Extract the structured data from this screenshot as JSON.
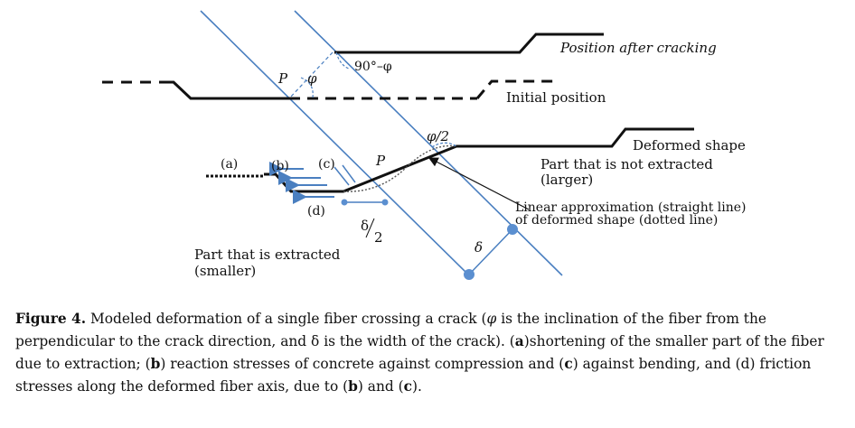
{
  "diagram": {
    "labels": {
      "position_after_cracking": "Position after cracking",
      "initial_position": "Initial position",
      "deformed_shape": "Deformed shape",
      "not_extracted_line1": "Part that is not extracted",
      "not_extracted_line2": "(larger)",
      "extracted_line1": "Part that is extracted",
      "extracted_line2": "(smaller)",
      "linear_approx_line1": "Linear approximation (straight line)",
      "linear_approx_line2": "of deformed shape (dotted line)",
      "angle_90_minus_phi": "90°–φ",
      "phi": "φ",
      "phi_over_2": "φ/2",
      "p_upper": "P",
      "p_lower": "P",
      "delta": "δ",
      "delta_over_2_num": "δ",
      "delta_over_2_den": "2",
      "a": "(a)",
      "b": "(b)",
      "c": "(c)",
      "d": "(d)"
    },
    "colors": {
      "crack_line": "#4a7fc0",
      "fiber": "#111111",
      "arrow": "#4a7fc0",
      "marker": "#5b8fd0"
    }
  },
  "caption": {
    "figure_label": "Figure 4.",
    "p1": " Modeled deformation of a single fiber crossing a crack (",
    "phi": "φ",
    "p2": " is the inclination of the fiber from the perpendicular to the crack direction, and δ is the width of the crack). (",
    "a": "a",
    "p3": ")shortening of the smaller part of the fiber due to extraction; (",
    "b": "b",
    "p4": ") reaction stresses of concrete against compression and (",
    "c": "c",
    "p5": ") against bending, and (",
    "d": "d",
    "p6": ") friction stresses along the deformed fiber axis, due to (",
    "b2": "b",
    "p7": ") and (",
    "c2": "c",
    "p8": ")."
  }
}
